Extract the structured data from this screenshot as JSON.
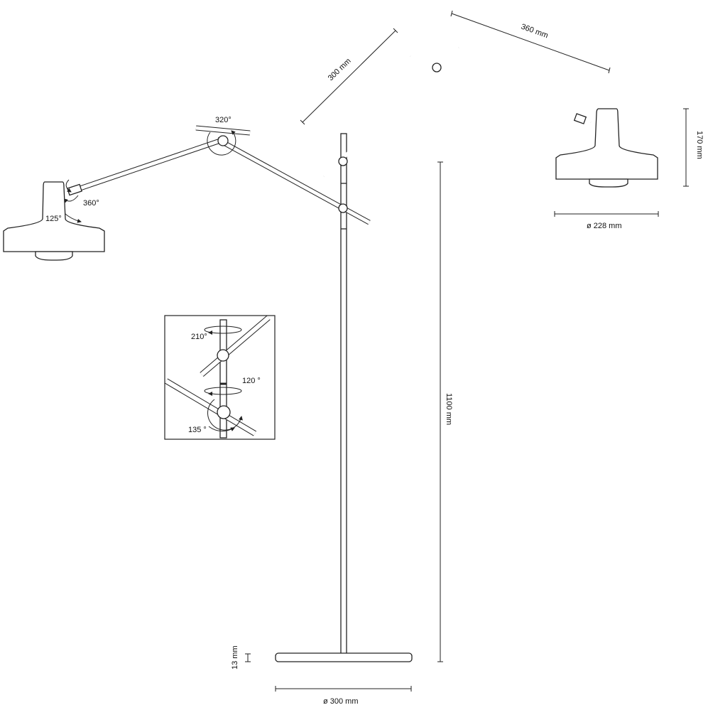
{
  "dimensions": {
    "arm_upper": "360 mm",
    "arm_lower": "300 mm",
    "shade_height": "170 mm",
    "shade_diameter": "ø 228 mm",
    "stand_height": "1100 mm",
    "base_thickness": "13 mm",
    "base_diameter": "ø 300 mm"
  },
  "angles": {
    "elbow": "320°",
    "shade_rotate": "360°",
    "shade_tilt": "125°",
    "stem_rotate": "210°",
    "joint_rotate": "120 °",
    "joint_tilt": "135 °"
  }
}
